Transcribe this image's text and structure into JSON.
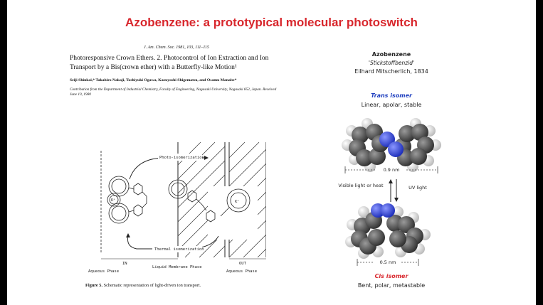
{
  "slide": {
    "title": "Azobenzene: a prototypical molecular photoswitch"
  },
  "paper": {
    "journal": "J. Am. Chem. Soc. 1981, 103, 111–115",
    "title": "Photoresponsive Crown Ethers. 2. Photocontrol of Ion Extraction and Ion Transport by a Bis(crown ether) with a Butterfly-like Motion¹",
    "authors": "Seiji Shinkai,* Takahiro Nakaji, Toshiyuki Ogawa, Kazuyoshi Shigematsu, and Osamu Manabe*",
    "affiliation": "Contribution from the Department of Industrial Chemistry, Faculty of Engineering, Nagasaki University, Nagasaki 852, Japan. Received June 10, 1980"
  },
  "figure": {
    "photo_label": "Photo-isomerization",
    "thermal_label": "Thermal isomerization",
    "k_label": "K⁺",
    "in_label": "IN",
    "out_label": "OUT",
    "left_phase": "Aqueous Phase",
    "middle_phase": "Liquid Membrane Phase",
    "right_phase": "Aqueous Phase",
    "caption_num": "Figure 5.",
    "caption_text": "Schematic representation of light-driven ion transport."
  },
  "azobenzene": {
    "heading": "Azobenzene",
    "german": "'Stickstoffbenzid'",
    "discoverer": "Eilhard Mitscherlich, 1834"
  },
  "trans": {
    "heading": "Trans isomer",
    "desc": "Linear, apolar, stable",
    "length": "0.9 nm"
  },
  "switch": {
    "left": "Visible light or heat",
    "right": "UV light"
  },
  "cis": {
    "heading": "Cis isomer",
    "desc": "Bent, polar, metastable",
    "length": "0.5 nm"
  },
  "colors": {
    "title_red": "#d8262c",
    "trans_blue": "#1f3fbf",
    "nitrogen_blue": "#2d3fd8",
    "carbon_gray": "#5c5c5c",
    "hydrogen_white": "#f2f2f2"
  }
}
